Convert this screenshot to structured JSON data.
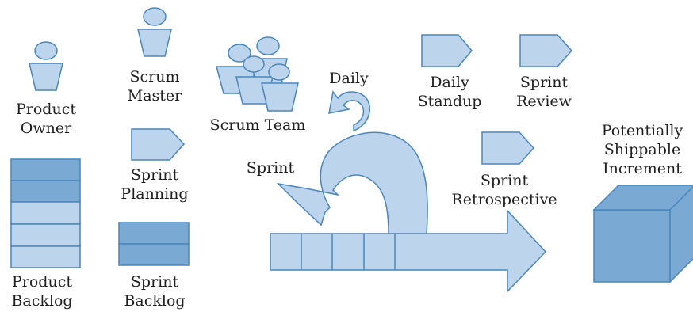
{
  "roles": {
    "product_owner": {
      "line1": "Product",
      "line2": "Owner"
    },
    "scrum_master": {
      "line1": "Scrum",
      "line2": "Master"
    },
    "scrum_team": {
      "label": "Scrum Team"
    }
  },
  "artifacts": {
    "product_backlog": {
      "line1": "Product",
      "line2": "Backlog"
    },
    "sprint_backlog": {
      "line1": "Sprint",
      "line2": "Backlog"
    },
    "increment": {
      "line1": "Potentially",
      "line2": "Shippable",
      "line3": "Increment"
    }
  },
  "events": {
    "sprint_planning": {
      "line1": "Sprint",
      "line2": "Planning"
    },
    "daily_standup": {
      "line1": "Daily",
      "line2": "Standup"
    },
    "sprint_review": {
      "line1": "Sprint",
      "line2": "Review"
    },
    "sprint_retrospective": {
      "line1": "Sprint",
      "line2": "Retrospective"
    }
  },
  "cycles": {
    "daily": "Daily",
    "sprint": "Sprint"
  },
  "colors": {
    "light_fill": "#bcd4ec",
    "dark_fill": "#7aaad4",
    "stroke": "#4a86bc",
    "text": "#1f1f1f"
  }
}
